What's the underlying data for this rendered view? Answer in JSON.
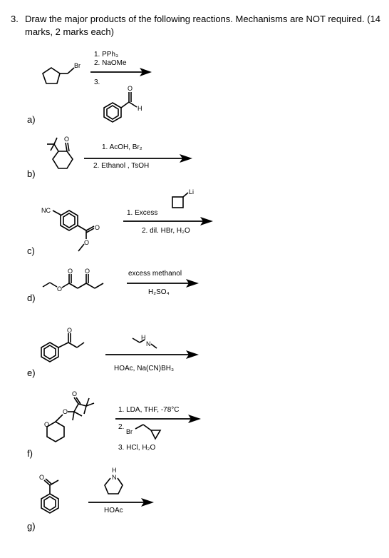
{
  "question": {
    "number": "3.",
    "line1": "Draw the major products of the following reactions. Mechanisms are NOT required. (14",
    "line2": "marks, 2 marks each)"
  },
  "labels": [
    "a)",
    "b)",
    "c)",
    "d)",
    "e)",
    "f)",
    "g)"
  ],
  "atoms": {
    "br": "Br",
    "o": "O",
    "h": "H",
    "nc": "NC",
    "li": "Li",
    "n": "N"
  },
  "a": {
    "r1": "1. PPh₃",
    "r2": "2. NaOMe",
    "r3": "3."
  },
  "b": {
    "r1": "1. AcOH, Br₂",
    "r2": "2.  Ethanol , TsOH"
  },
  "c": {
    "r1": "1. Excess",
    "r2": "2. dil. HBr, H₂O"
  },
  "d": {
    "r1": "excess methanol",
    "r2": "H₂SO₄"
  },
  "e": {
    "r1": "HOAc, Na(CN)BH₃"
  },
  "f": {
    "r1": "1. LDA, THF, -78°C",
    "r2": "2.",
    "r3": "3. HCl, H₂O"
  },
  "g": {
    "r1": "HOAc"
  }
}
